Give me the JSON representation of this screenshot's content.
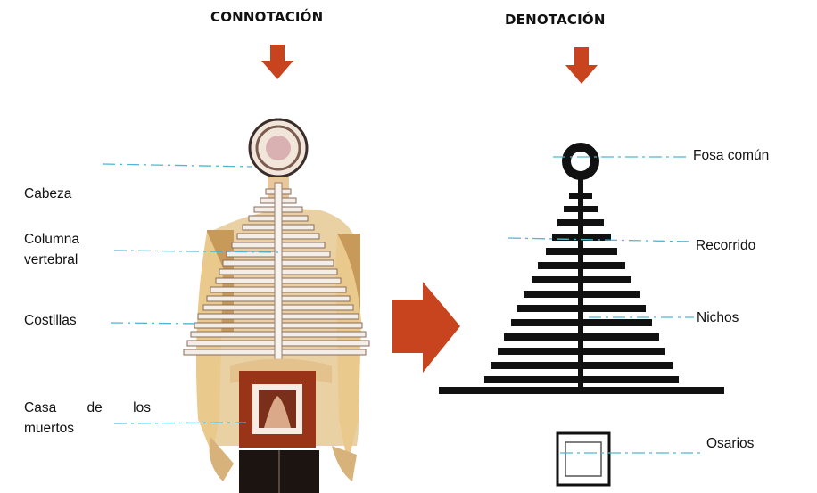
{
  "headings": {
    "connotation": "CONNOTACIÓN",
    "denotation": "DENOTACIÓN"
  },
  "left_labels": {
    "head": "Cabeza",
    "spine_line1": "Columna",
    "spine_line2": "vertebral",
    "ribs": "Costillas",
    "house_line1": "Casa de los",
    "house_line2": "muertos"
  },
  "right_labels": {
    "mass_grave": "Fosa común",
    "route": "Recorrido",
    "niches": "Nichos",
    "ossuaries": "Osarios"
  },
  "colors": {
    "arrow": "#c8441e",
    "figure": "#111111",
    "guide_line": "#4fb6d3",
    "skeleton": "#e7c795",
    "house": "#9a3418"
  }
}
